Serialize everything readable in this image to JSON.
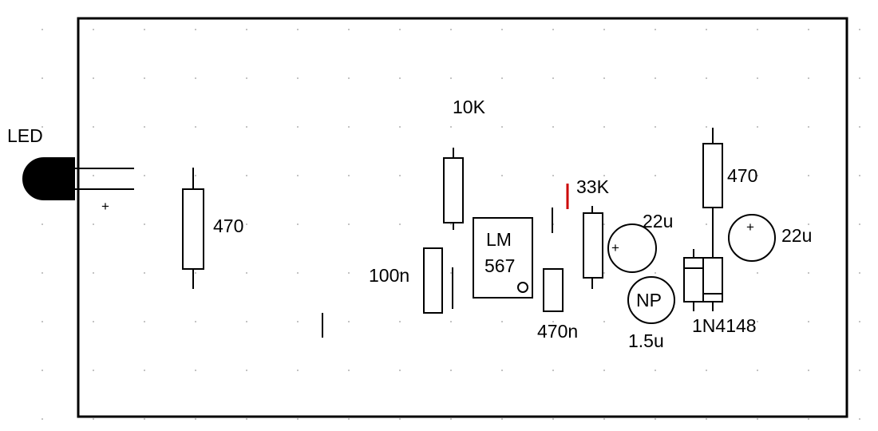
{
  "labels": {
    "led": "LED",
    "led_plus": "+",
    "r_left": "470",
    "r_10k": "10K",
    "c_100n": "100n",
    "ic_line1": "LM",
    "ic_line2": "567",
    "c_470n": "470n",
    "r_33k": "33K",
    "c_22u_a": "22u",
    "c_22u_a_plus": "+",
    "c_np": "NP",
    "c_np_value": "1.5u",
    "r_right": "470",
    "c_22u_b": "22u",
    "c_22u_b_plus": "+",
    "diodes": "1N4148"
  },
  "colors": {
    "ink": "#000000",
    "accent_mark": "#cc0000",
    "grid_dot": "#999999",
    "background": "#ffffff"
  }
}
